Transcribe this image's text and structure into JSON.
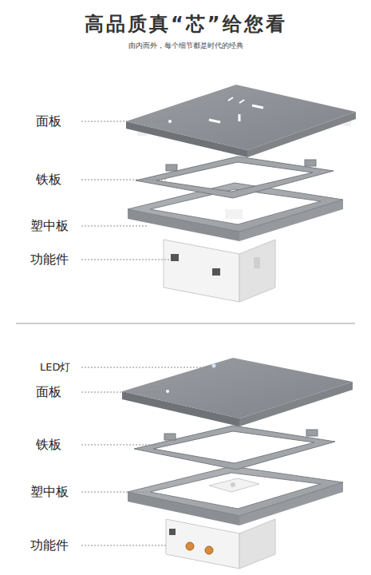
{
  "diagram": {
    "title": "高品质真“芯”给您看",
    "labels": [
      "由内而外，每个细节都是时代的经典",
      "面板",
      "铁板",
      "塑中板",
      "功能件",
      "LED灯",
      "面板",
      "铁板",
      "塑中板",
      "功能件"
    ]
  }
}
